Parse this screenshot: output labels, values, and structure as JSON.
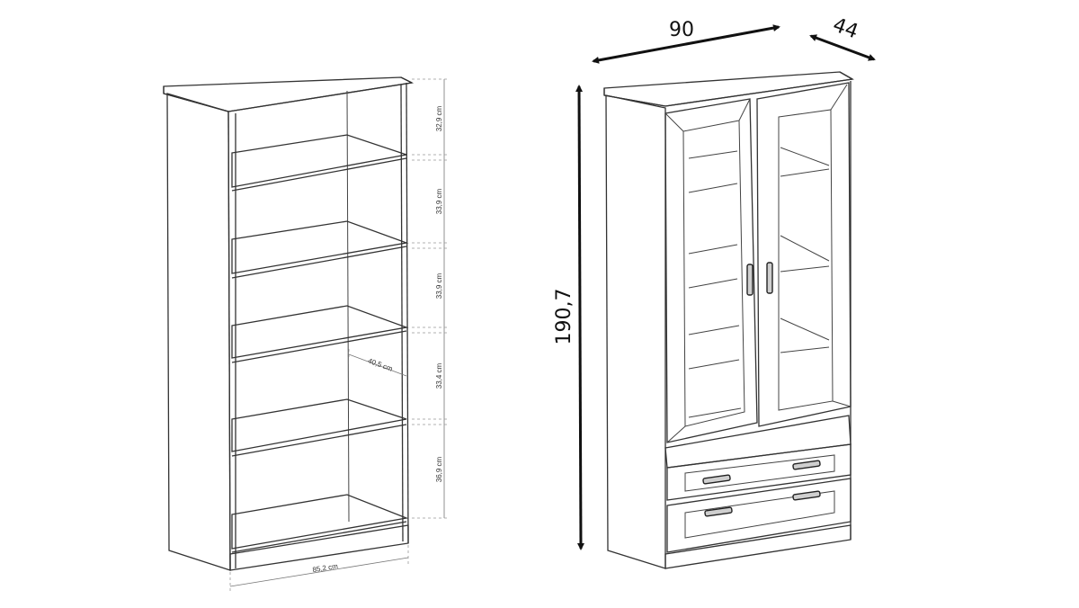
{
  "left_cabinet": {
    "shelf_gaps": [
      "32,9 cm",
      "33,9 cm",
      "33,9 cm",
      "33,4 cm",
      "36,9 cm"
    ],
    "depth_label": "40,5 cm",
    "width_label": "85,2 cm"
  },
  "right_cabinet": {
    "width_label": "90",
    "depth_label": "44",
    "height_label": "190,7"
  }
}
